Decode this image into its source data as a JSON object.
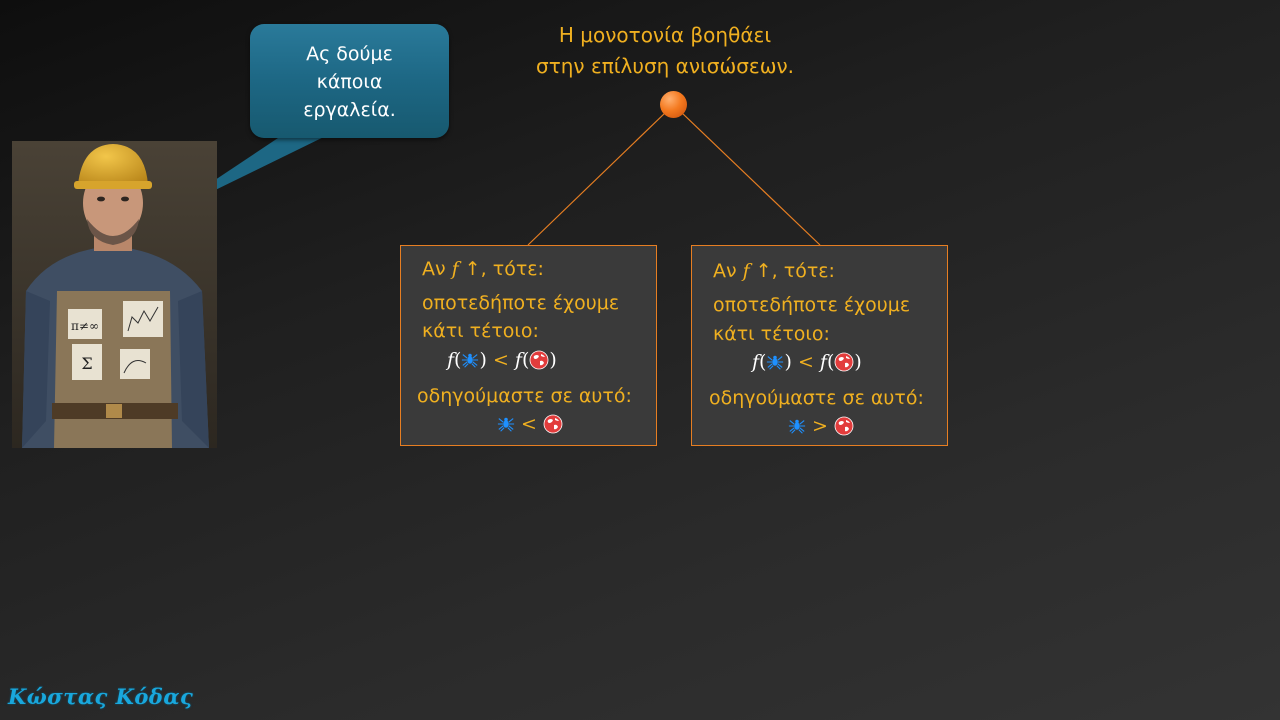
{
  "title": {
    "line1": "Η μονοτονία βοηθάει",
    "line2": "στην επίλυση ανισώσεων."
  },
  "bubble": {
    "line1": "Ας δούμε",
    "line2": "κάποια",
    "line3": "εργαλεία."
  },
  "boxes": [
    {
      "premise_prefix": "Αν ",
      "premise_f": "f",
      "premise_arrow": " ↑",
      "premise_suffix": ", τότε:",
      "text1": "οποτεδήποτε έχουμε",
      "text2": "κάτι τέτοιο:",
      "f_left": "f",
      "paren_open": "(",
      "paren_close": ")",
      "relation_top": "<",
      "f_right": "f",
      "conclusion_text": "οδηγούμαστε σε αυτό:",
      "relation_bottom": "<"
    },
    {
      "premise_prefix": "Αν ",
      "premise_f": "f",
      "premise_arrow": " ↑",
      "premise_suffix": ", τότε:",
      "text1": "οποτεδήποτε έχουμε",
      "text2": "κάτι τέτοιο:",
      "f_left": "f",
      "paren_open": "(",
      "paren_close": ")",
      "relation_top": "<",
      "f_right": "f",
      "conclusion_text": "οδηγούμαστε σε αυτό:",
      "relation_bottom": ">"
    }
  ],
  "photo": {
    "card1": "π≠∞",
    "card3": "Σ"
  },
  "signature": "Κώστας Κόδας",
  "colors": {
    "accent": "#f0b020",
    "box_border": "#e67e22",
    "bubble": "#1d6784",
    "spider": "#1e90ff",
    "globe": "#e23c3c",
    "signature": "#19a7dc"
  },
  "icons": [
    "spider-icon",
    "globe-icon",
    "orange-node-dot"
  ]
}
